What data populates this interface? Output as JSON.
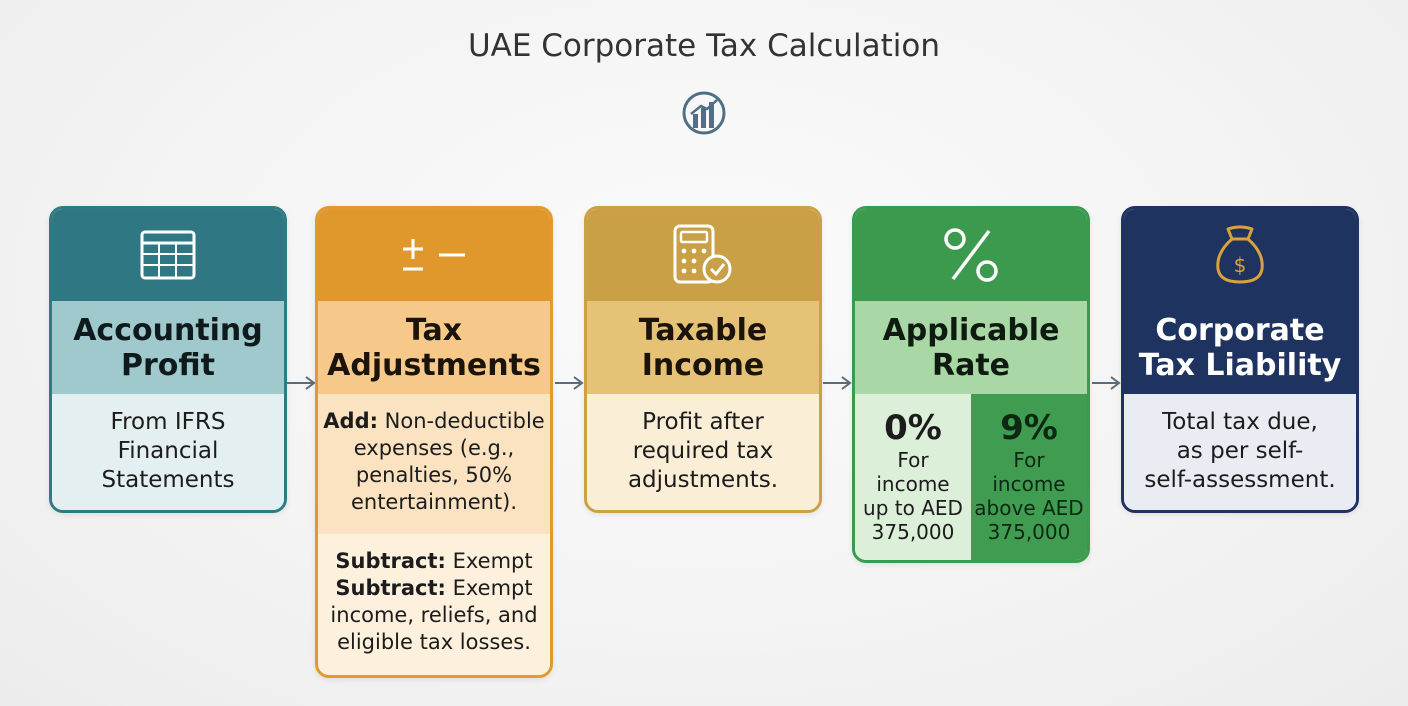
{
  "title": "UAE Corporate Tax Calculation",
  "icons": {
    "logo": "bar-chart-icon",
    "step1": "spreadsheet-icon",
    "step2": "plus-minus-icon",
    "step3": "calculator-check-icon",
    "step4": "percent-icon",
    "step5": "money-bag-icon"
  },
  "colors": {
    "step1": "#2f7883",
    "step2": "#e0982c",
    "step3": "#c9a046",
    "step4": "#3c9a4f",
    "step5": "#1f3360"
  },
  "steps": [
    {
      "heading_1": "Accounting",
      "heading_2": "Profit",
      "body": [
        "From IFRS",
        "Financial",
        "Statements"
      ]
    },
    {
      "heading_1": "Tax",
      "heading_2": "Adjustments",
      "add_label": "Add:",
      "add_text_1": " Non-deductible",
      "add_lines": [
        "expenses (e.g.,",
        "penalties, 50%",
        "entertainment)."
      ],
      "sub_label_1": "Subtract:",
      "sub_text_1": " Exempt",
      "sub_label_2": "Subtract:",
      "sub_text_2": " Exempt",
      "sub_lines": [
        "income, reliefs, and",
        "eligible tax losses."
      ]
    },
    {
      "heading_1": "Taxable",
      "heading_2": "Income",
      "body": [
        "Profit after",
        "required tax",
        "adjustments."
      ]
    },
    {
      "heading_1": "Applicable",
      "heading_2": "Rate",
      "rates": [
        {
          "value": "0%",
          "lines": [
            "For",
            "income",
            "up to AED",
            "375,000"
          ]
        },
        {
          "value": "9%",
          "lines": [
            "For",
            "income",
            "above AED",
            "375,000"
          ]
        }
      ]
    },
    {
      "heading_1": "Corporate",
      "heading_2": "Tax Liability",
      "body": [
        "Total tax due,",
        "as per self-",
        "self-assessment."
      ]
    }
  ]
}
